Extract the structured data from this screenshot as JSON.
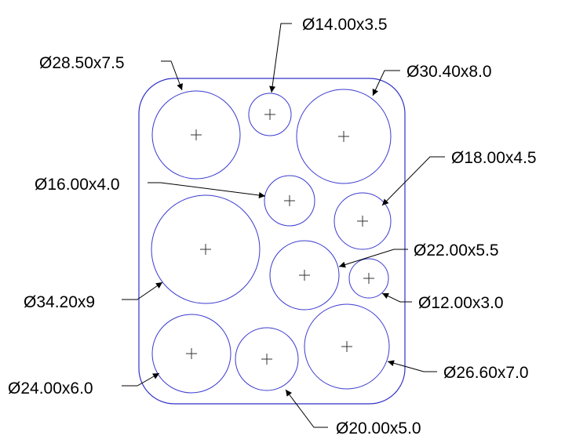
{
  "labels": {
    "h1": "Ø28.50x7.5",
    "h2": "Ø14.00x3.5",
    "h3": "Ø30.40x8.0",
    "h4": "Ø16.00x4.0",
    "h5": "Ø18.00x4.5",
    "h6": "Ø34.20x9",
    "h7": "Ø22.00x5.5",
    "h8": "Ø12.00x3.0",
    "h9": "Ø24.00x6.0",
    "h10": "Ø20.00x5.0",
    "h11": "Ø26.60x7.0"
  },
  "colors": {
    "outline": "#3030c8",
    "text": "#000000"
  }
}
